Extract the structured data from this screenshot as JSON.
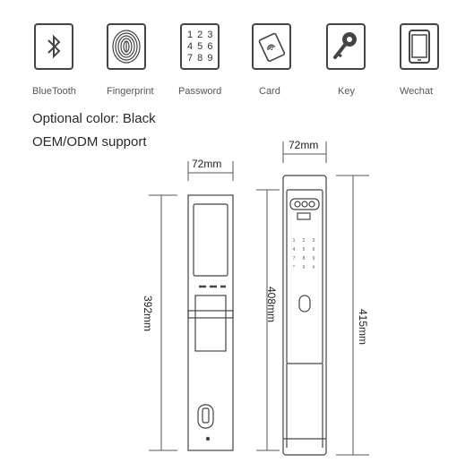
{
  "features": [
    {
      "icon": "bluetooth-icon",
      "label": "BlueTooth"
    },
    {
      "icon": "fingerprint-icon",
      "label": "Fingerprint"
    },
    {
      "icon": "keypad-icon",
      "label": "Password"
    },
    {
      "icon": "card-icon",
      "label": "Card"
    },
    {
      "icon": "key-icon",
      "label": "Key"
    },
    {
      "icon": "phone-icon",
      "label": "Wechat"
    }
  ],
  "keypad_digits": [
    "1 2 3",
    "4 5 6",
    "7 8 9"
  ],
  "specs": {
    "color": "Optional color: Black",
    "oem": "OEM/ODM support"
  },
  "dimensions": {
    "front_width": "72mm",
    "front_height": "392mm",
    "side_width": "72mm",
    "side_inner_height": "408mm",
    "side_outer_height": "415mm"
  },
  "lock_keys": [
    [
      "1",
      "2",
      "3"
    ],
    [
      "4",
      "5",
      "6"
    ],
    [
      "7",
      "8",
      "9"
    ],
    [
      "*",
      "0",
      "#"
    ]
  ],
  "colors": {
    "stroke": "#444444",
    "text": "#333333"
  }
}
